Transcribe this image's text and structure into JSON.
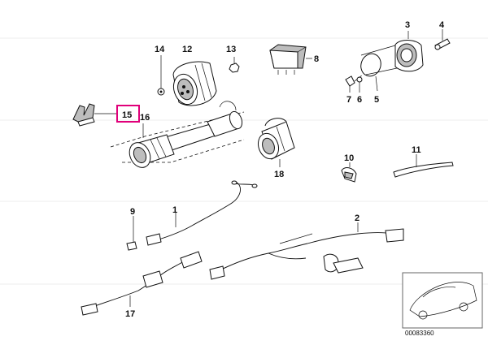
{
  "diagram": {
    "callouts": [
      {
        "id": "1",
        "label": "1"
      },
      {
        "id": "2",
        "label": "2"
      },
      {
        "id": "3",
        "label": "3"
      },
      {
        "id": "4",
        "label": "4"
      },
      {
        "id": "5",
        "label": "5"
      },
      {
        "id": "6",
        "label": "6"
      },
      {
        "id": "7",
        "label": "7"
      },
      {
        "id": "8",
        "label": "8"
      },
      {
        "id": "9",
        "label": "9"
      },
      {
        "id": "10",
        "label": "10"
      },
      {
        "id": "11",
        "label": "11"
      },
      {
        "id": "12",
        "label": "12"
      },
      {
        "id": "13",
        "label": "13"
      },
      {
        "id": "14",
        "label": "14"
      },
      {
        "id": "15",
        "label": "15"
      },
      {
        "id": "16",
        "label": "16"
      },
      {
        "id": "17",
        "label": "17"
      },
      {
        "id": "18",
        "label": "18"
      }
    ],
    "highlighted": "15",
    "highlight_color": "#e0007a",
    "drawing_number": "00083360"
  }
}
